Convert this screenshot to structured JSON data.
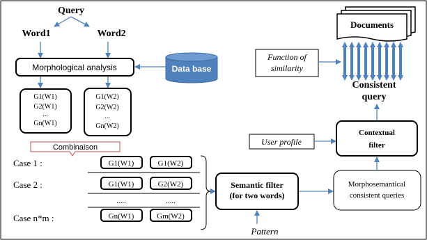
{
  "query": "Query",
  "word1": "Word1",
  "word2": "Word2",
  "morph_analysis": "Morphological analysis",
  "database": "Data base",
  "w1_list": [
    "G1(W1)",
    "G2(W1)",
    "...",
    "Gn(W1)"
  ],
  "w2_list": [
    "G1(W2)",
    "G2(W2)",
    "...",
    "Gn(W2)"
  ],
  "combinaison": "Combinaison",
  "cases": [
    {
      "label": "Case 1 :",
      "a": "G1(W1)",
      "b": "G1(W2)"
    },
    {
      "label": "Case 2 :",
      "a": "G1(W1)",
      "b": "G2(W2)"
    },
    {
      "label": "",
      "a": ".....",
      "b": "....."
    },
    {
      "label": "Case n*m :",
      "a": "Gn(W1)",
      "b": "Gm(W2)"
    }
  ],
  "semantic_filter": [
    "Semantic filter",
    "(for two words)"
  ],
  "pattern": "Pattern",
  "morphosemantical": [
    "Morphosemantical",
    "consistent queries"
  ],
  "user_profile": "User profile",
  "contextual_filter": [
    "Contextual",
    "filter"
  ],
  "function_similarity": [
    "Function of",
    "similarity"
  ],
  "documents": "Documents",
  "consistent_query": [
    "Consistent",
    "query"
  ],
  "colors": {
    "arrow": "#4f81bd",
    "db_fill": "#4f81bd",
    "db_top": "#6f9bd1",
    "combinaison_border": "#c0504d",
    "dark": "#000000"
  }
}
